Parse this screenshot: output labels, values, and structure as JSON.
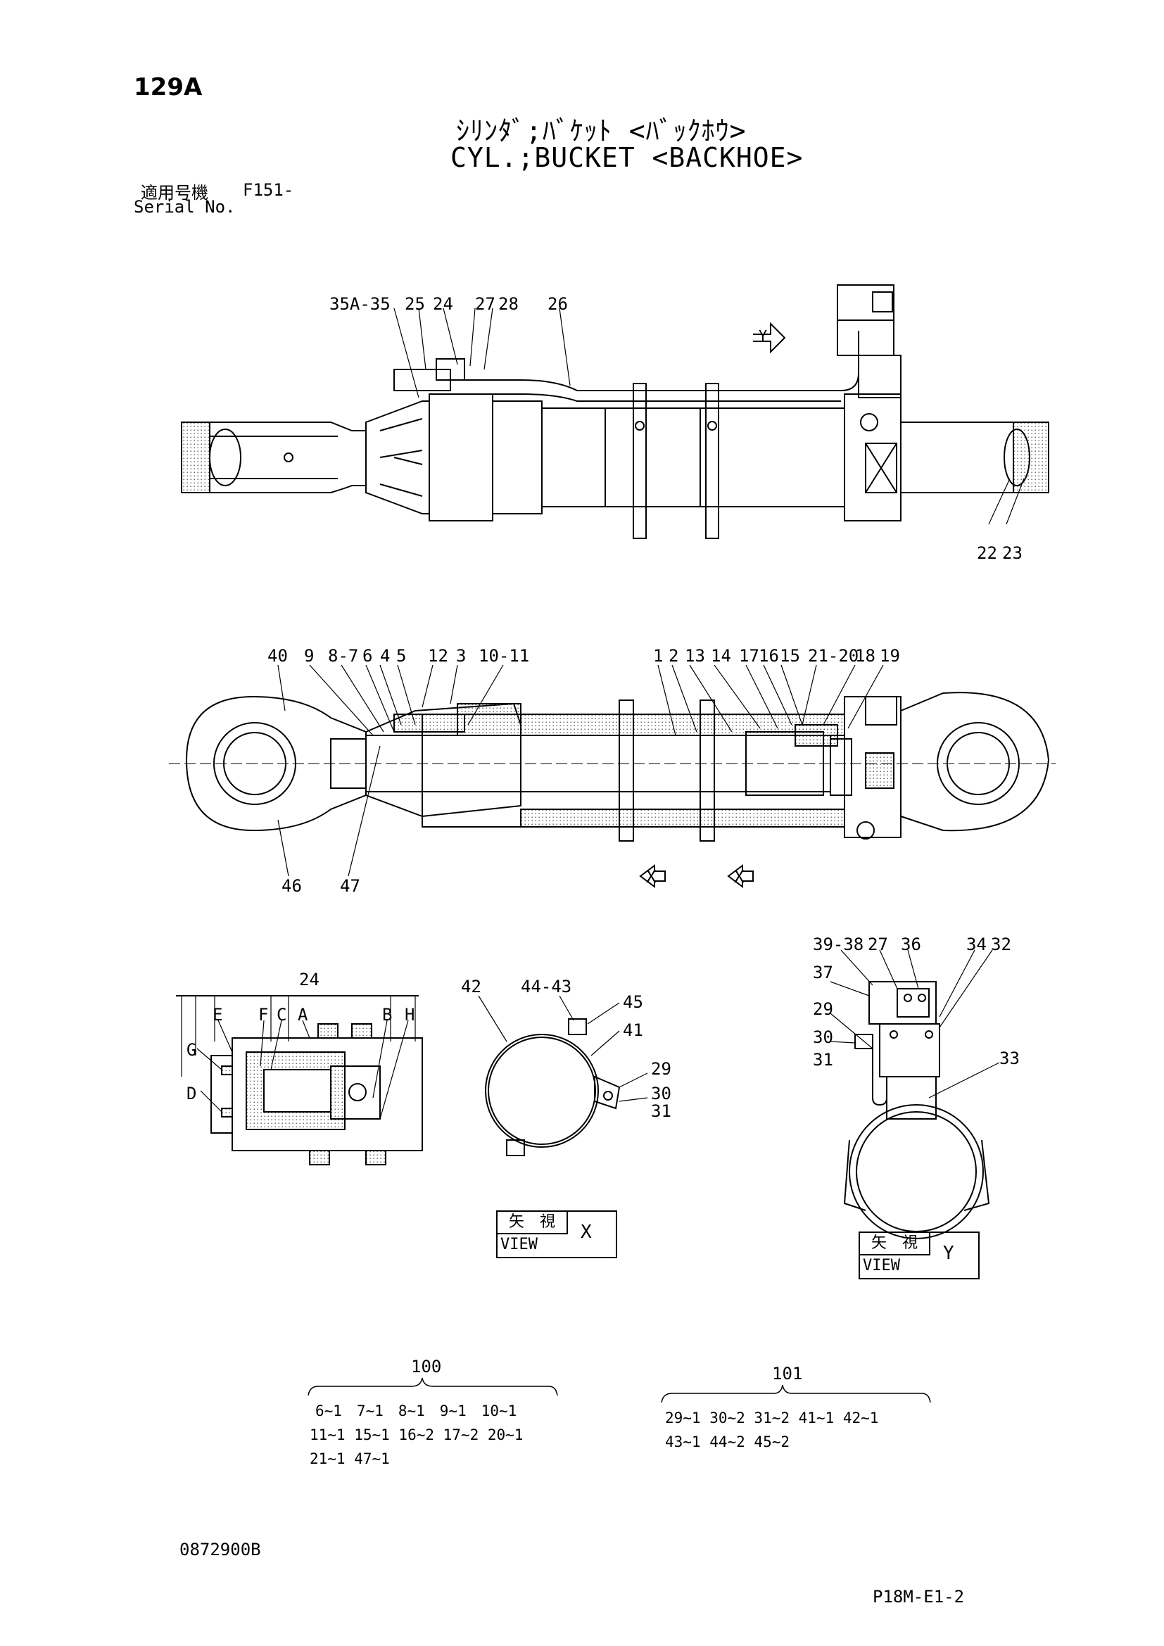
{
  "page_number": "129A",
  "title_jp": "ｼﾘﾝﾀﾞ;ﾊﾞｹｯﾄ <ﾊﾞｯｸﾎｳ>",
  "title_en": "CYL.;BUCKET <BACKHOE>",
  "serial_label_jp": "適用号機",
  "serial_value": "F151-",
  "serial_label_en": "Serial No.",
  "top_view_labels": [
    "35A-35",
    "25",
    "24",
    "27",
    "28",
    "26",
    "Y",
    "22",
    "23"
  ],
  "section_labels": [
    "40",
    "9",
    "8-7",
    "6",
    "4",
    "5",
    "12",
    "3",
    "10-11",
    "1",
    "2",
    "13",
    "14",
    "17",
    "16",
    "15",
    "21-20",
    "18",
    "19",
    "46",
    "47",
    "X",
    "X"
  ],
  "detail24_labels": [
    "24",
    "E",
    "F",
    "C",
    "A",
    "B",
    "H",
    "G",
    "D"
  ],
  "viewx_labels": [
    "42",
    "44-43",
    "45",
    "41",
    "29",
    "30",
    "31"
  ],
  "viewy_labels": [
    "39-38",
    "27",
    "36",
    "34",
    "32",
    "37",
    "29",
    "30",
    "31",
    "33"
  ],
  "view_x_box": {
    "jp": "矢　視",
    "en": "VIEW",
    "letter": "X"
  },
  "view_y_box": {
    "jp": "矢　視",
    "en": "VIEW",
    "letter": "Y"
  },
  "kit100": {
    "title": "100",
    "lines": [
      "6~1　7~1　8~1　9~1　10~1",
      "11~1 15~1 16~2 17~2 20~1",
      "21~1 47~1"
    ]
  },
  "kit101": {
    "title": "101",
    "lines": [
      "29~1 30~2 31~2 41~1 42~1",
      "43~1 44~2 45~2"
    ]
  },
  "drawing_number": "0872900B",
  "page_code": "P18M-E1-2"
}
